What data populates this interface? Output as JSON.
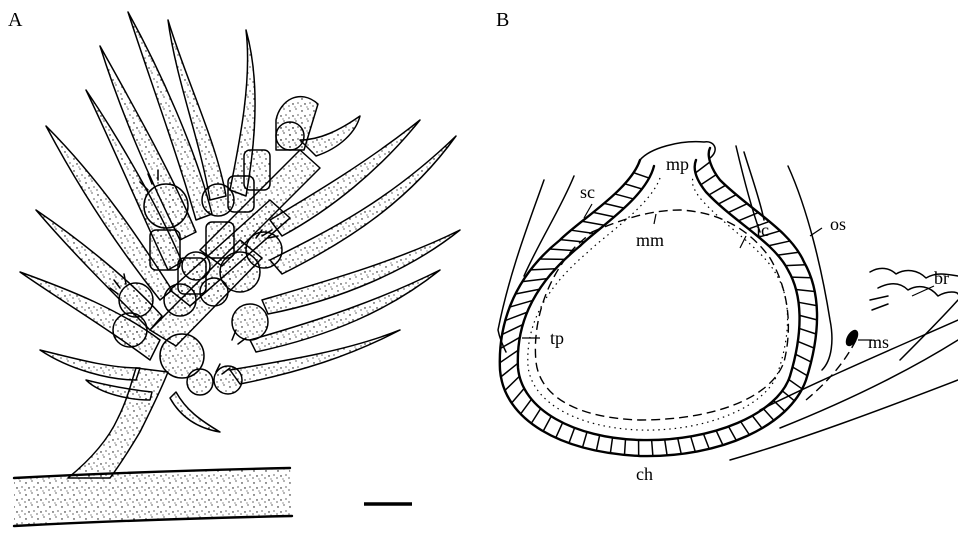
{
  "figure": {
    "panel_a": {
      "letter": "A"
    },
    "panel_b": {
      "letter": "B",
      "labels": {
        "sc": "sc",
        "mp": "mp",
        "mm": "mm",
        "ic": "ic",
        "os": "os",
        "tp": "tp",
        "br": "br",
        "ms": "ms",
        "ch": "ch"
      }
    }
  }
}
